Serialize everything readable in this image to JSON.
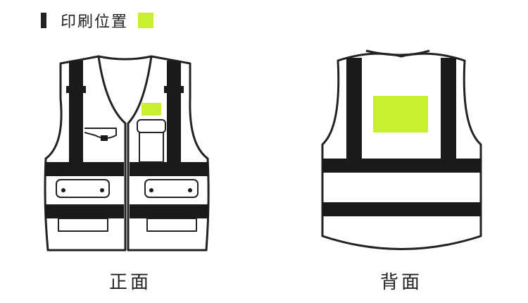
{
  "header": {
    "title": "印刷位置"
  },
  "labels": {
    "front": "正面",
    "back": "背面"
  },
  "colors": {
    "print_area": "#c8f02e",
    "outline": "#222222",
    "stripe": "#1a1a1a"
  },
  "icons": {
    "legend_marker": "print-position-swatch"
  }
}
